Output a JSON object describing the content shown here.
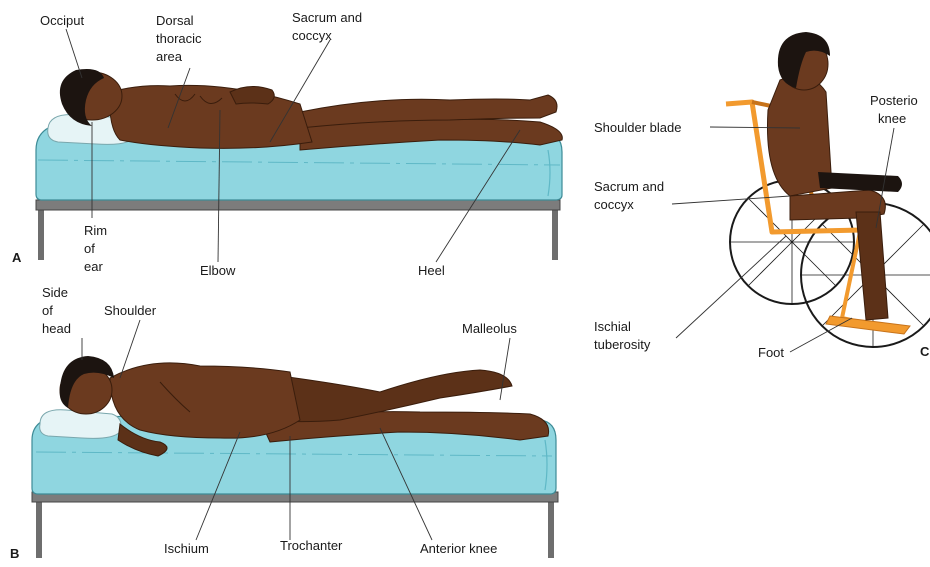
{
  "panels": {
    "a": "A",
    "b": "B",
    "c": "C"
  },
  "labels_a": {
    "occiput": "Occiput",
    "dorsal_1": "Dorsal",
    "dorsal_2": "thoracic",
    "dorsal_3": "area",
    "sacrum_1": "Sacrum and",
    "sacrum_2": "coccyx",
    "rim_1": "Rim",
    "rim_2": "of",
    "rim_3": "ear",
    "elbow": "Elbow",
    "heel": "Heel"
  },
  "labels_b": {
    "side_1": "Side",
    "side_2": "of",
    "side_3": "head",
    "shoulder": "Shoulder",
    "malleolus": "Malleolus",
    "ischium": "Ischium",
    "trochanter": "Trochanter",
    "anterior_knee": "Anterior knee"
  },
  "labels_c": {
    "shoulder_blade": "Shoulder blade",
    "sacrum_1": "Sacrum and",
    "sacrum_2": "coccyx",
    "ischial_1": "Ischial",
    "ischial_2": "tuberosity",
    "foot": "Foot",
    "posterior_1": "Posterio",
    "posterior_2": "knee"
  },
  "colors": {
    "skin": "#6b3a1f",
    "skin_shade": "#4e2812",
    "hair": "#1c1410",
    "mattress": "#8fd6e0",
    "mattress_dark": "#5fb8c6",
    "pillow": "#e6f4f6",
    "bed_frame": "#6e6e6e",
    "chair_frame": "#f29a2e",
    "chair_dark": "#c7731a",
    "leader": "#333333"
  }
}
